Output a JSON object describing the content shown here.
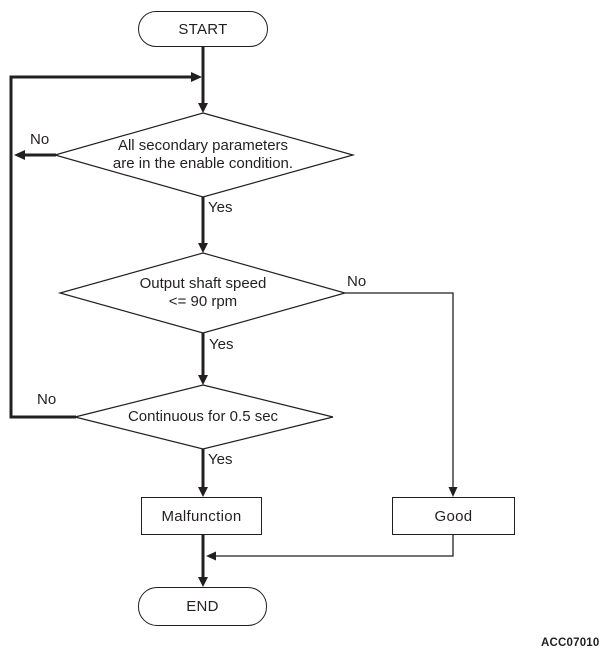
{
  "page": {
    "background": "#ffffff",
    "ink_color": "#231f20"
  },
  "flowchart": {
    "start": {
      "label": "START"
    },
    "end": {
      "label": "END"
    },
    "decision1": {
      "line1": "All secondary parameters",
      "line2": "are in the enable condition.",
      "yes_label": "Yes",
      "no_label": "No"
    },
    "decision2": {
      "line1": "Output shaft speed",
      "line2": "<= 90 rpm",
      "yes_label": "Yes",
      "no_label": "No"
    },
    "decision3": {
      "line1": "Continuous for 0.5 sec",
      "yes_label": "Yes",
      "no_label": "No"
    },
    "outcome_malfunction": {
      "label": "Malfunction"
    },
    "outcome_good": {
      "label": "Good"
    },
    "figure_code": "ACC07010"
  }
}
